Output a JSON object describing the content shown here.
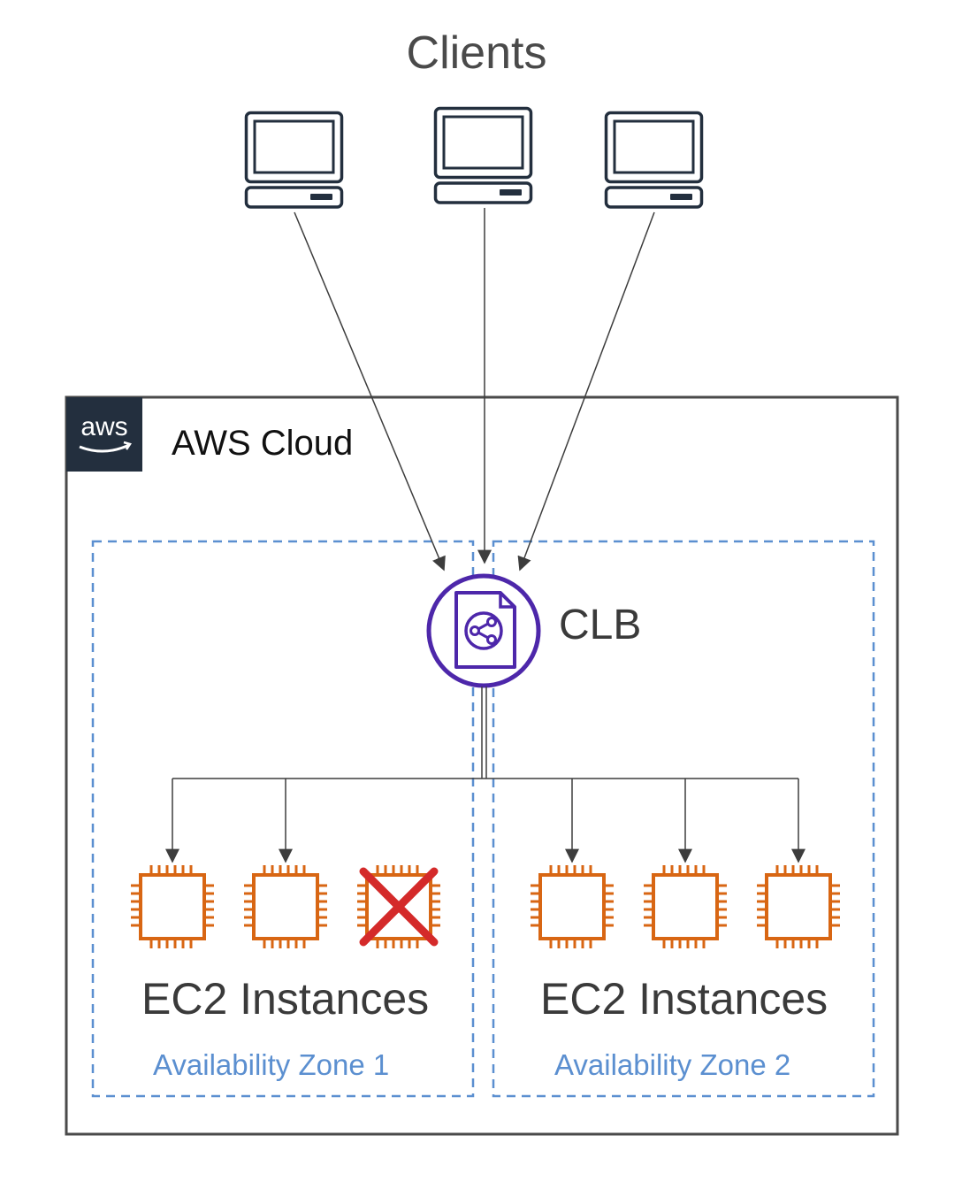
{
  "clients": {
    "title": "Clients"
  },
  "cloud": {
    "label": "AWS Cloud",
    "logo_text": "aws"
  },
  "load_balancer": {
    "label": "CLB"
  },
  "zones": [
    {
      "label": "Availability Zone 1",
      "instances_label": "EC2 Instances",
      "instances": 3,
      "failed_instances": 1
    },
    {
      "label": "Availability Zone 2",
      "instances_label": "EC2 Instances",
      "instances": 3,
      "failed_instances": 0
    }
  ],
  "colors": {
    "client_icon": "#232f3e",
    "aws_logo_bg": "#232f3e",
    "clb": "#4d27aa",
    "ec2": "#d86613",
    "failed_mark": "#d42a2a",
    "zone_border": "#5b8fd0",
    "arrows": "#3d3d3d"
  },
  "icons": {
    "client": "desktop-computer-icon",
    "clb": "classic-load-balancer-icon",
    "ec2": "ec2-instance-chip-icon",
    "failed": "failed-x-icon",
    "logo": "aws-logo-icon"
  }
}
